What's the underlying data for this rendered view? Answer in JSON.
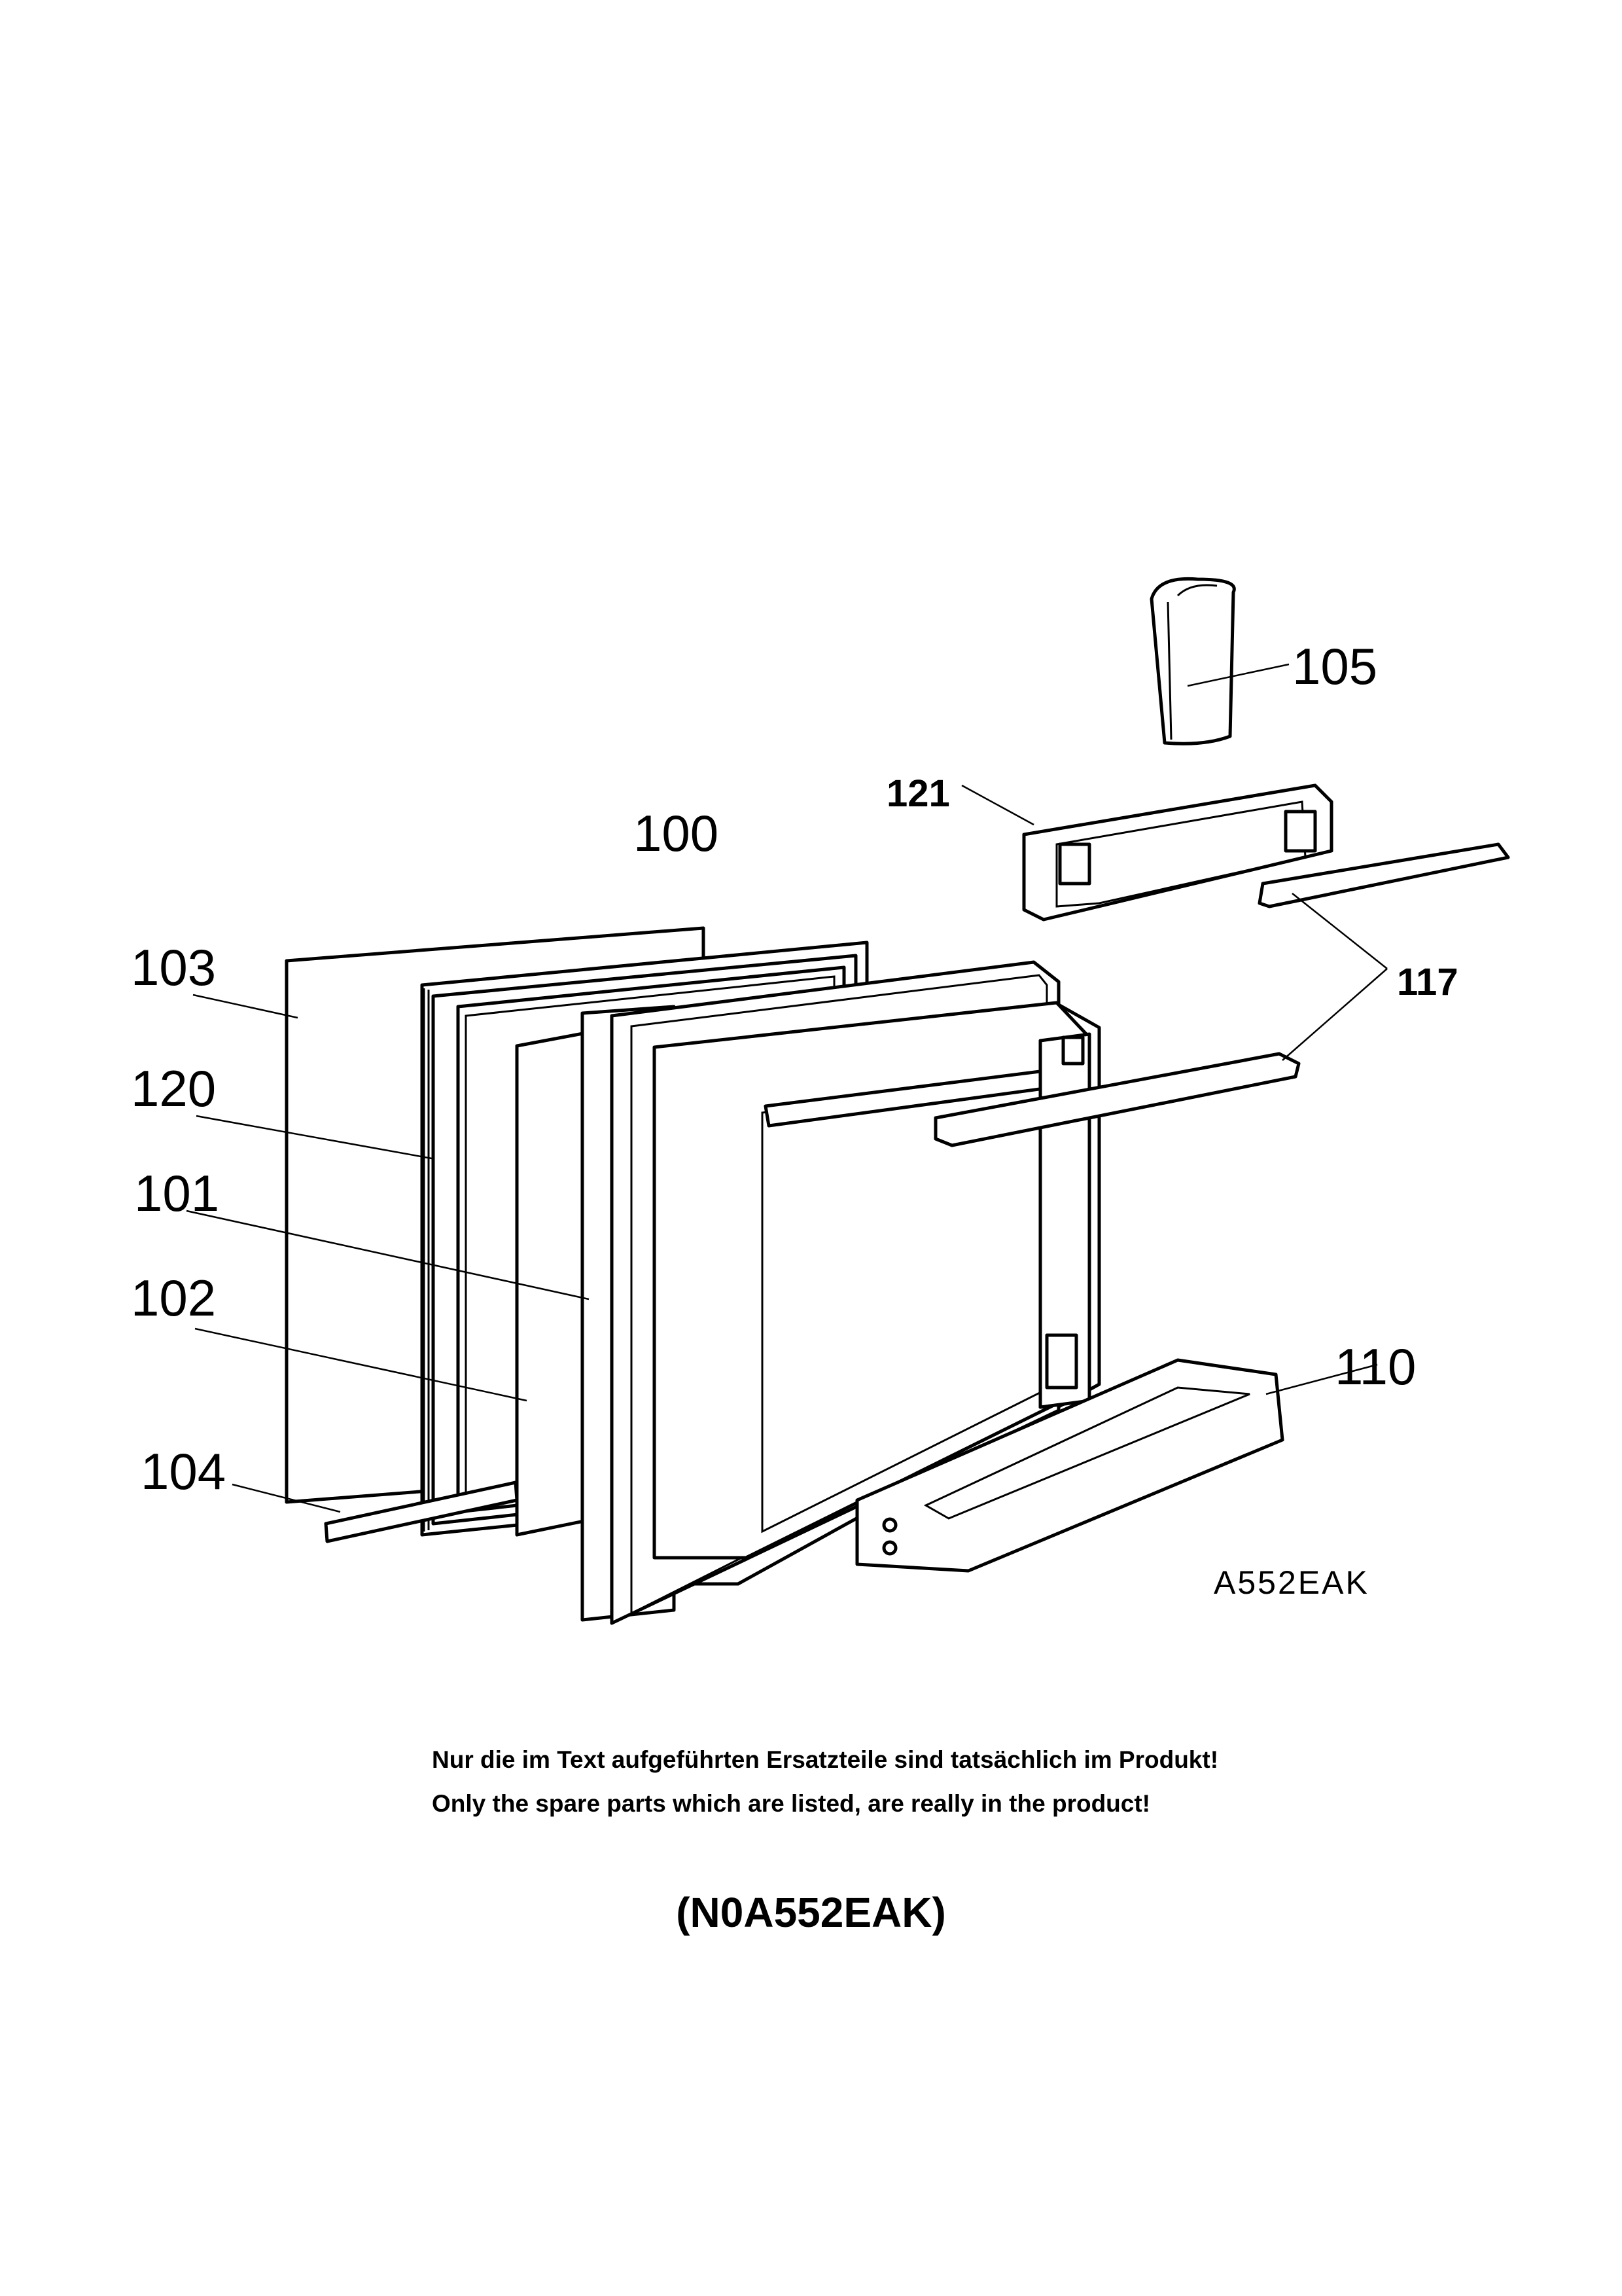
{
  "diagram": {
    "callouts": {
      "assembly": "100",
      "inner_liner": "101",
      "insulation_panel": "102",
      "outer_panel": "103",
      "bottom_strip": "104",
      "bottle_holder": "105",
      "bottom_shelf": "110",
      "shelf_bars": "117",
      "gasket": "120",
      "upper_shelf": "121"
    },
    "drawing_code": "A552EAK"
  },
  "notice": {
    "german": "Nur die im Text aufgeführten Ersatzteile sind tatsächlich im Produkt!",
    "english": "Only the spare parts which are listed, are really in the product!"
  },
  "model_code": "(N0A552EAK)"
}
